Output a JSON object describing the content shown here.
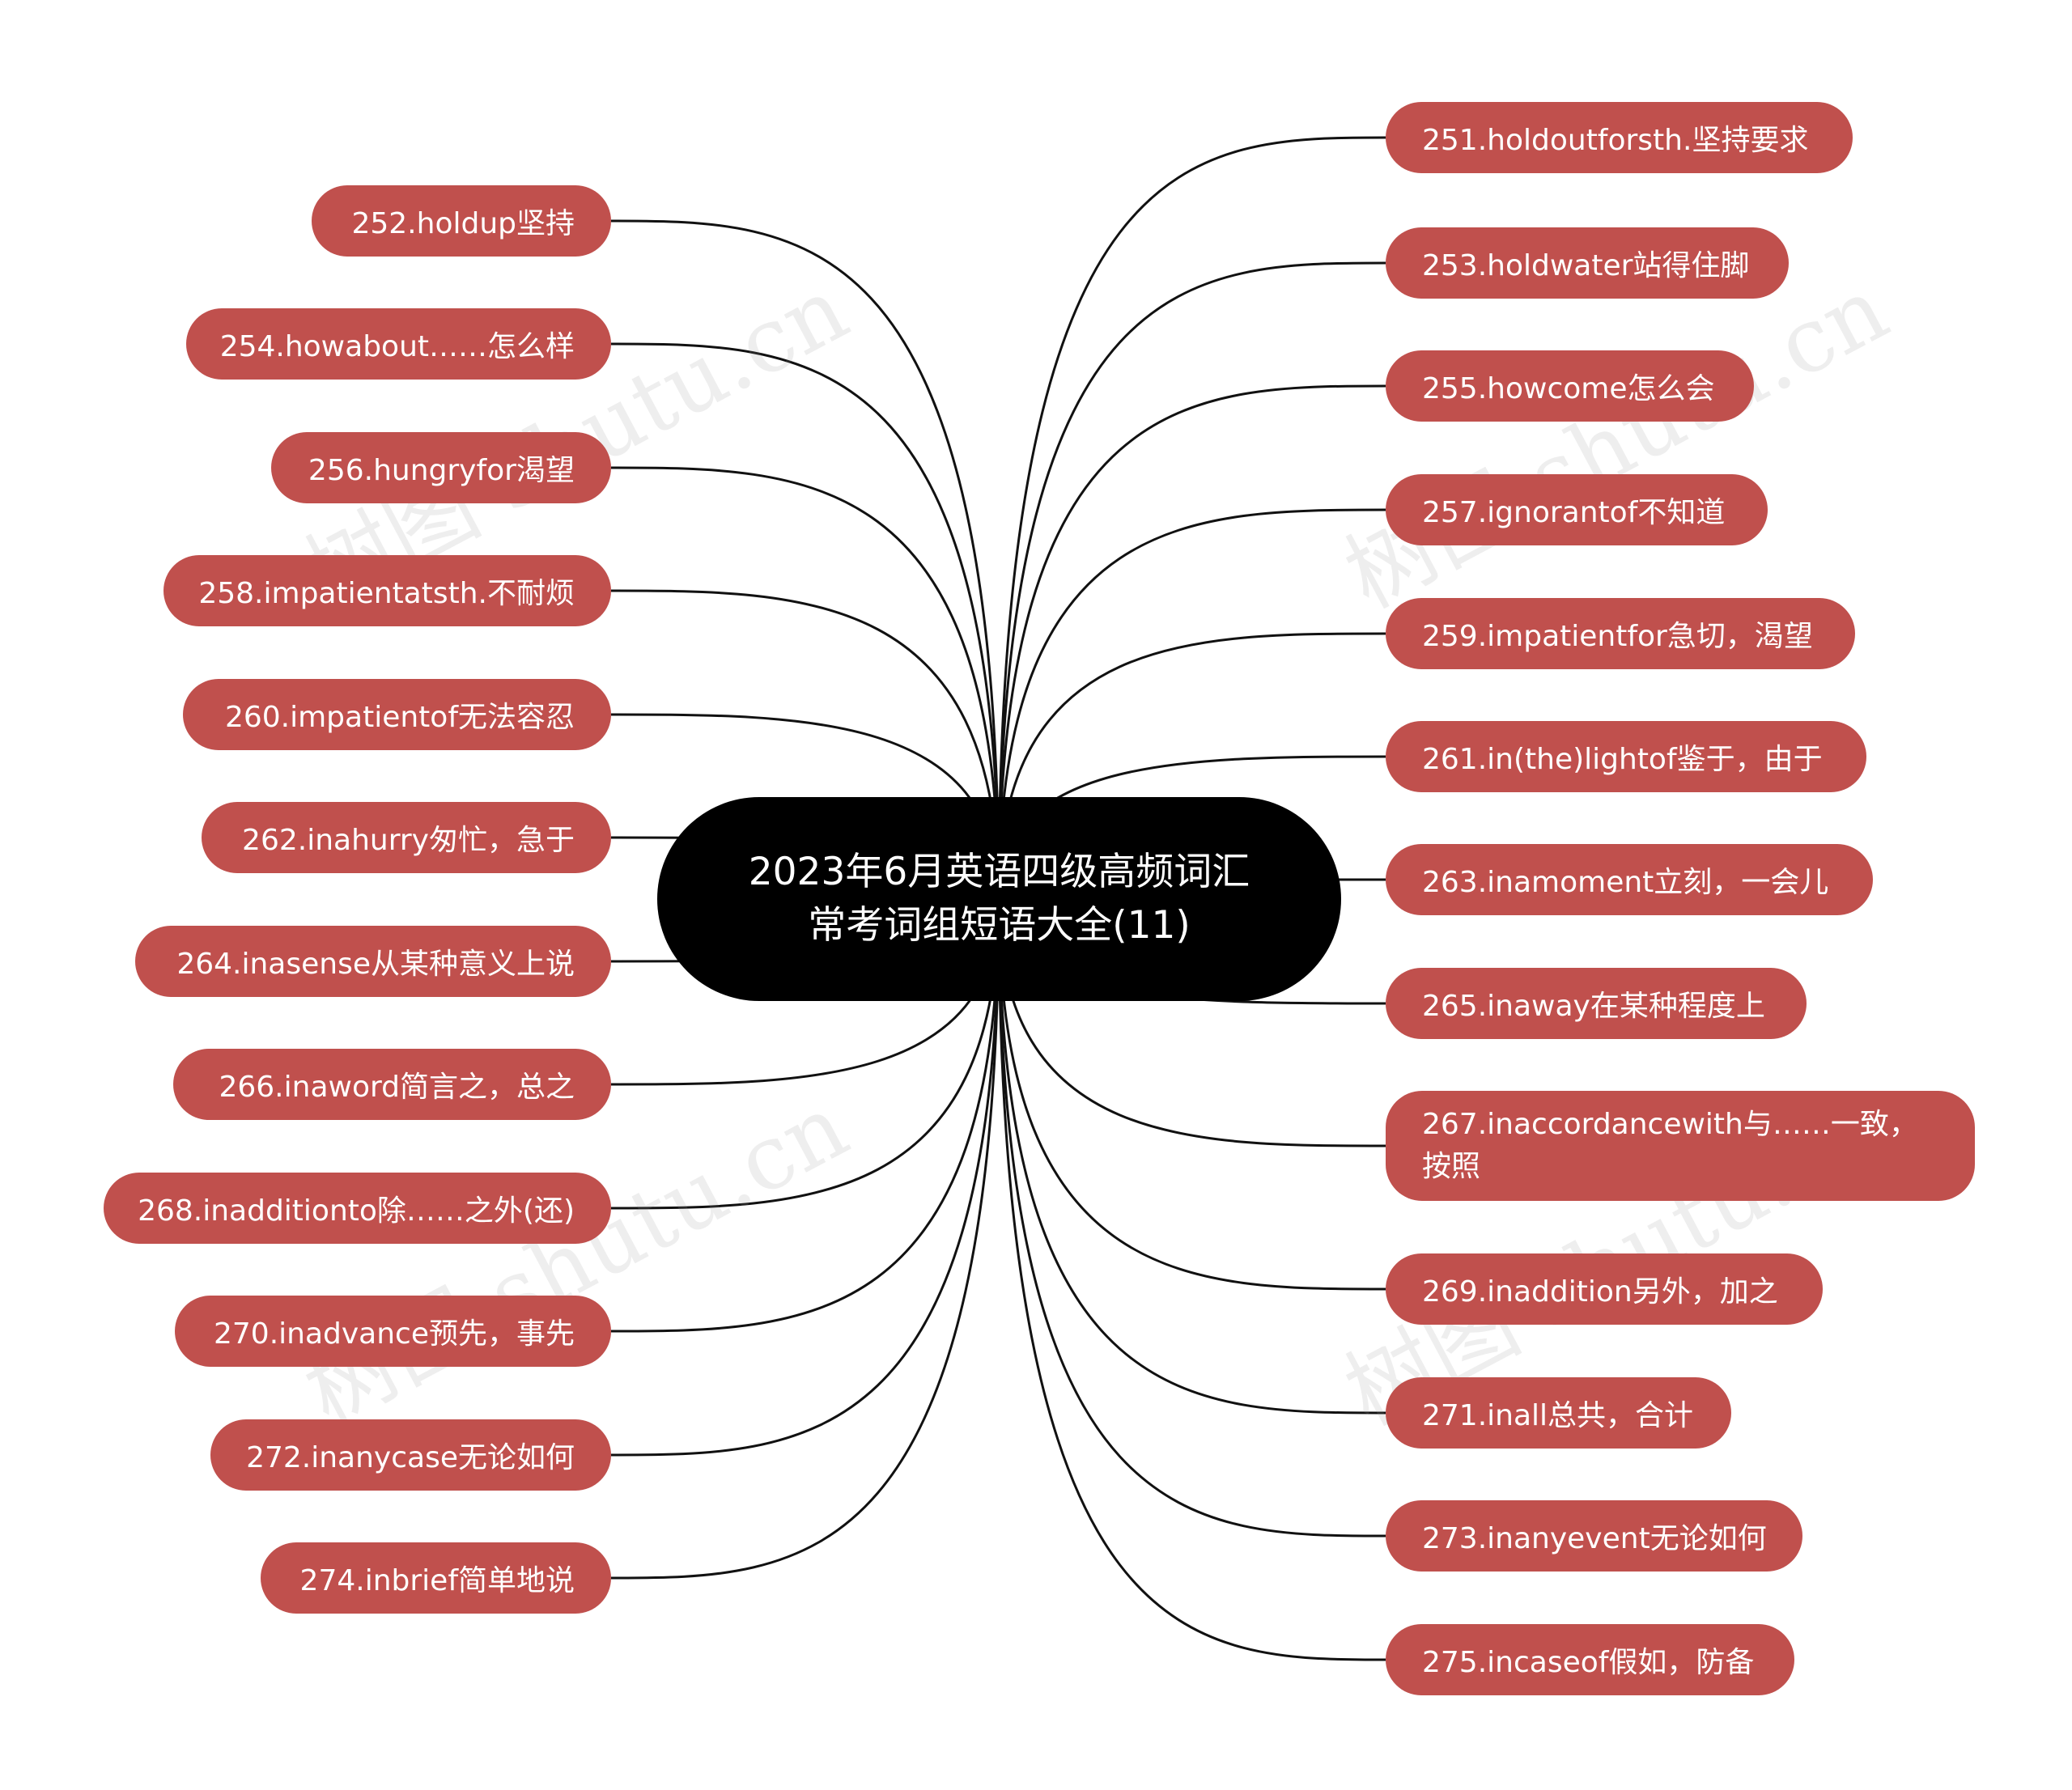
{
  "center": {
    "title": "2023年6月英语四级高频词汇常考词组短语大全(11)"
  },
  "watermark": "树图 shutu.cn",
  "colors": {
    "node": "#c0504d",
    "center": "#000000",
    "line": "#111111"
  },
  "nodes": [
    {
      "id": "251",
      "label": "251.holdoutforsth.坚持要求"
    },
    {
      "id": "252",
      "label": "252.holdup坚持"
    },
    {
      "id": "253",
      "label": "253.holdwater站得住脚"
    },
    {
      "id": "254",
      "label": "254.howabout……怎么样"
    },
    {
      "id": "255",
      "label": "255.howcome怎么会"
    },
    {
      "id": "256",
      "label": "256.hungryfor渴望"
    },
    {
      "id": "257",
      "label": "257.ignorantof不知道"
    },
    {
      "id": "258",
      "label": "258.impatientatsth.不耐烦"
    },
    {
      "id": "259",
      "label": "259.impatientfor急切，渴望"
    },
    {
      "id": "260",
      "label": "260.impatientof无法容忍"
    },
    {
      "id": "261",
      "label": "261.in(the)lightof鉴于，由于"
    },
    {
      "id": "262",
      "label": "262.inahurry匆忙，急于"
    },
    {
      "id": "263",
      "label": "263.inamoment立刻，一会儿"
    },
    {
      "id": "264",
      "label": "264.inasense从某种意义上说"
    },
    {
      "id": "265",
      "label": "265.inaway在某种程度上"
    },
    {
      "id": "266",
      "label": "266.inaword简言之，总之"
    },
    {
      "id": "267",
      "label": "267.inaccordancewith与……一致，按照"
    },
    {
      "id": "268",
      "label": "268.inadditionto除……之外(还)"
    },
    {
      "id": "269",
      "label": "269.inaddition另外，加之"
    },
    {
      "id": "270",
      "label": "270.inadvance预先，事先"
    },
    {
      "id": "271",
      "label": "271.inall总共，合计"
    },
    {
      "id": "272",
      "label": "272.inanycase无论如何"
    },
    {
      "id": "273",
      "label": "273.inanyevent无论如何"
    },
    {
      "id": "274",
      "label": "274.inbrief简单地说"
    },
    {
      "id": "275",
      "label": "275.incaseof假如，防备"
    }
  ]
}
